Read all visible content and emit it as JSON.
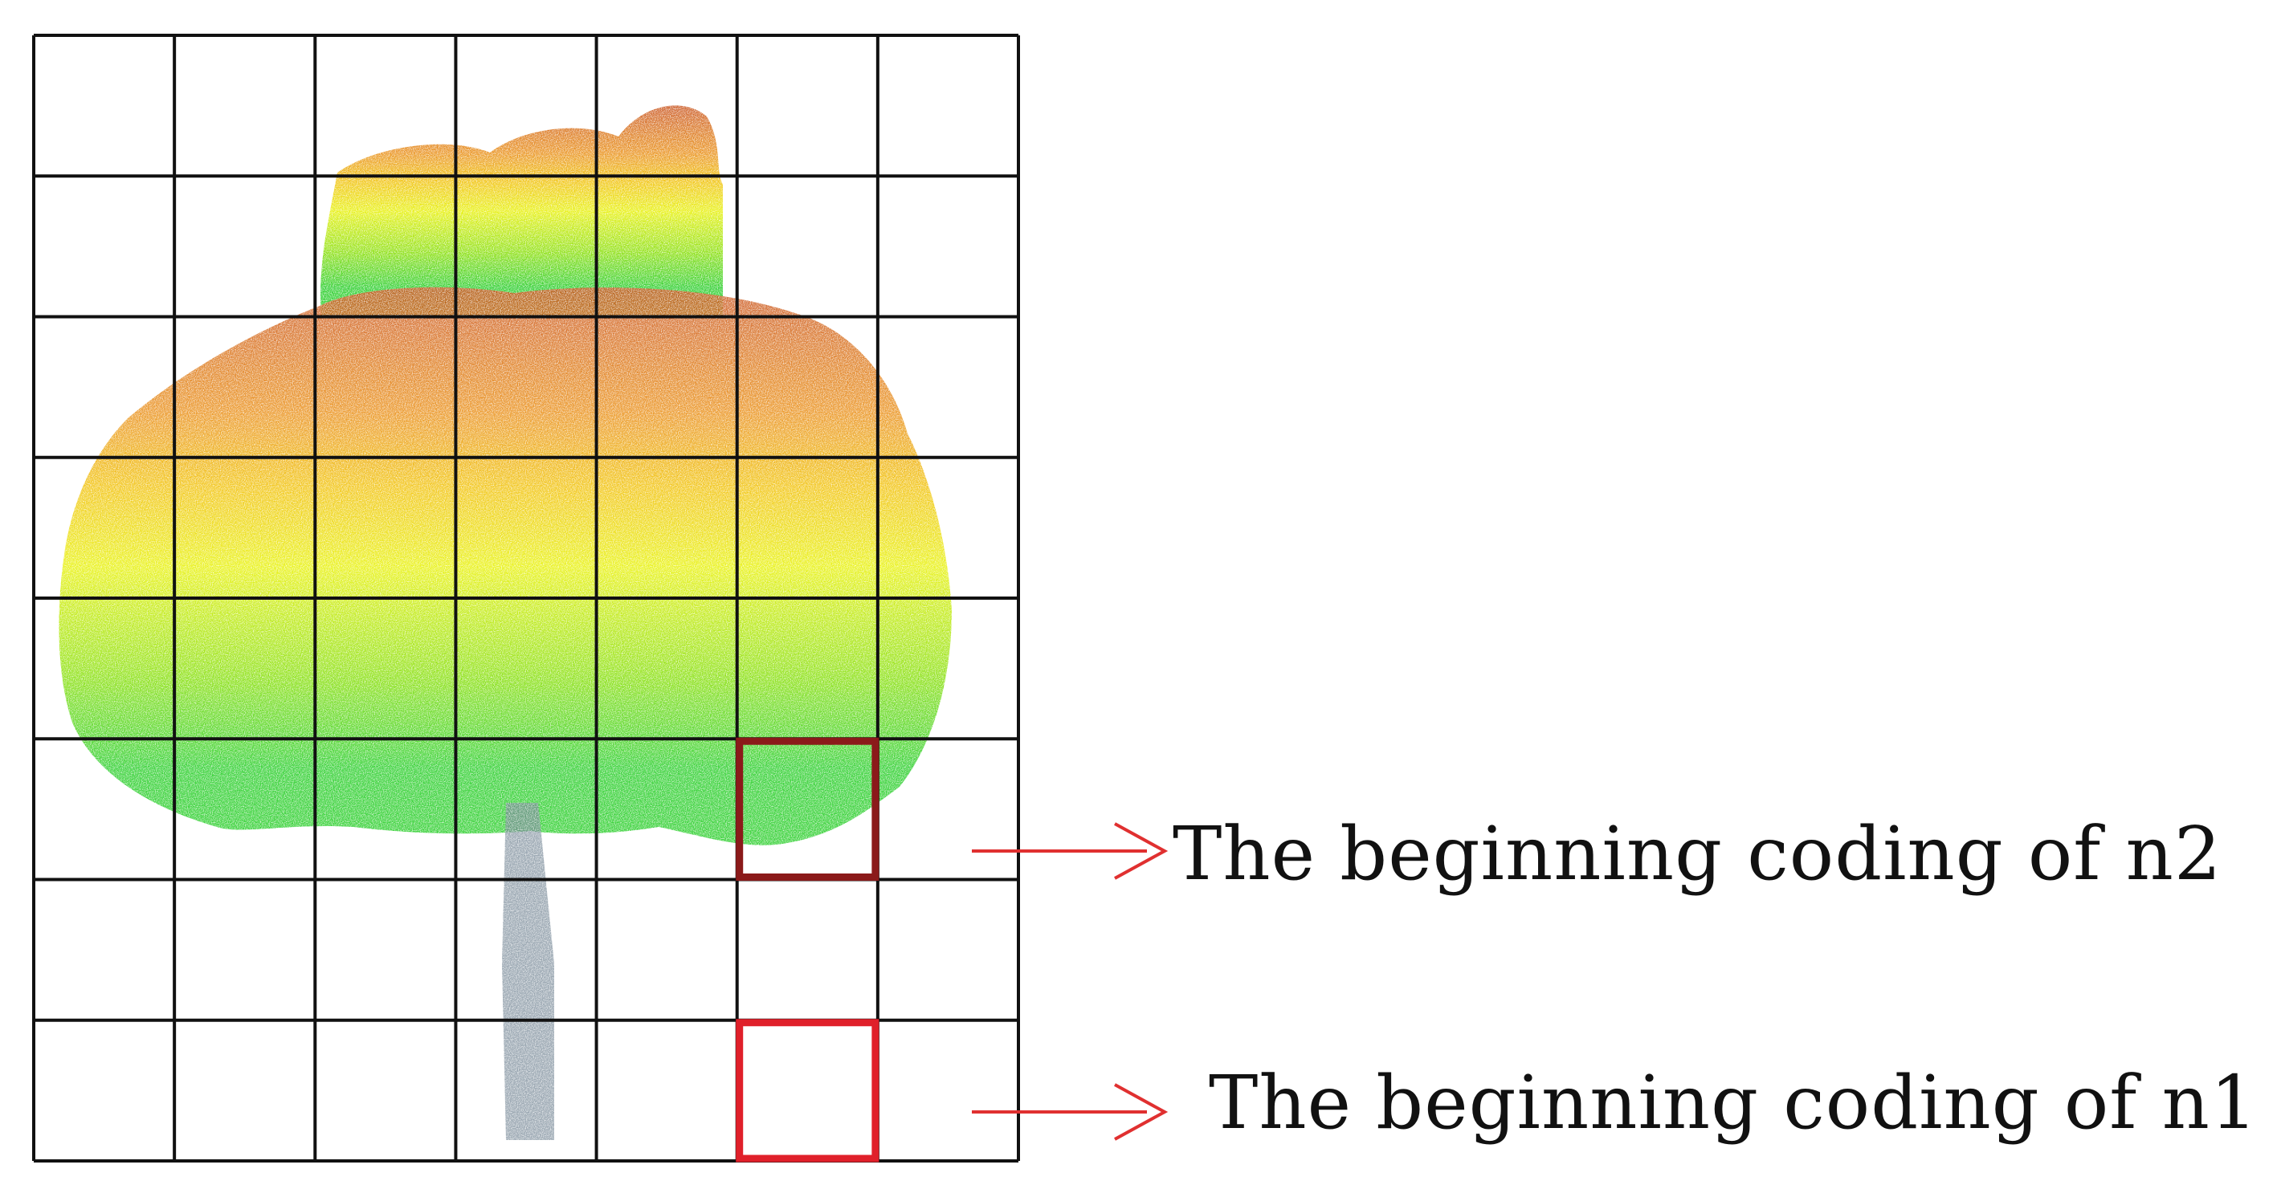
{
  "grid": {
    "columns": 7,
    "rows": 8,
    "line_color": "#111111"
  },
  "highlights": [
    {
      "id": "n2",
      "column": 5,
      "row": 5,
      "stroke": "#8B1A1A",
      "label": "The beginning coding of n2"
    },
    {
      "id": "n1",
      "column": 5,
      "row": 7,
      "stroke": "#E0202A",
      "label": "The beginning coding of n1"
    }
  ],
  "arrows": {
    "color": "#E03030"
  },
  "point_cloud": {
    "colors": {
      "crown_top": "#C8501A",
      "upper": "#F0C000",
      "middle": "#E6F000",
      "lower": "#8CE000",
      "bottom": "#22CC22",
      "trunk": "#6E8090"
    }
  }
}
